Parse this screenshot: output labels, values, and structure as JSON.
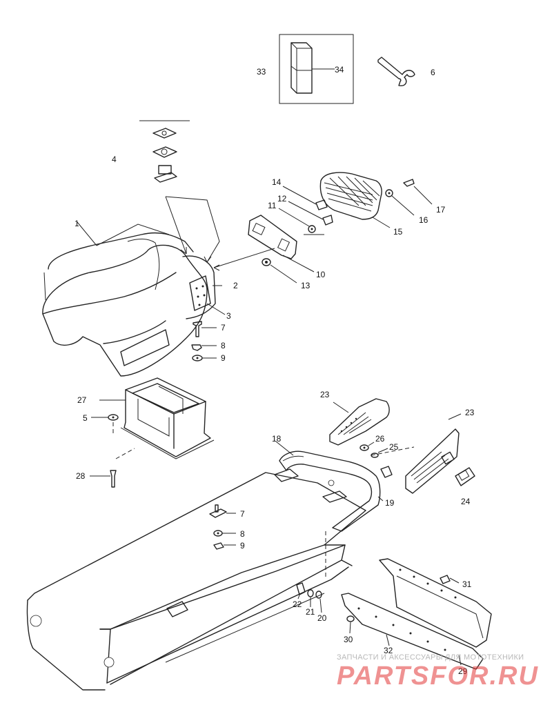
{
  "diagram": {
    "callouts": [
      {
        "id": "c1",
        "text": "1"
      },
      {
        "id": "c2",
        "text": "2"
      },
      {
        "id": "c3",
        "text": "3"
      },
      {
        "id": "c4",
        "text": "4"
      },
      {
        "id": "c5",
        "text": "5"
      },
      {
        "id": "c6",
        "text": "6"
      },
      {
        "id": "c7a",
        "text": "7"
      },
      {
        "id": "c7b",
        "text": "7"
      },
      {
        "id": "c8a",
        "text": "8"
      },
      {
        "id": "c8b",
        "text": "8"
      },
      {
        "id": "c9a",
        "text": "9"
      },
      {
        "id": "c9b",
        "text": "9"
      },
      {
        "id": "c10",
        "text": "10"
      },
      {
        "id": "c11",
        "text": "11"
      },
      {
        "id": "c12",
        "text": "12"
      },
      {
        "id": "c13",
        "text": "13"
      },
      {
        "id": "c14",
        "text": "14"
      },
      {
        "id": "c15",
        "text": "15"
      },
      {
        "id": "c16",
        "text": "16"
      },
      {
        "id": "c17",
        "text": "17"
      },
      {
        "id": "c18",
        "text": "18"
      },
      {
        "id": "c19",
        "text": "19"
      },
      {
        "id": "c20",
        "text": "20"
      },
      {
        "id": "c21",
        "text": "21"
      },
      {
        "id": "c22",
        "text": "22"
      },
      {
        "id": "c23a",
        "text": "23"
      },
      {
        "id": "c23b",
        "text": "23"
      },
      {
        "id": "c24",
        "text": "24"
      },
      {
        "id": "c25",
        "text": "25"
      },
      {
        "id": "c26",
        "text": "26"
      },
      {
        "id": "c27",
        "text": "27"
      },
      {
        "id": "c28",
        "text": "28"
      },
      {
        "id": "c29",
        "text": "29"
      },
      {
        "id": "c30",
        "text": "30"
      },
      {
        "id": "c31",
        "text": "31"
      },
      {
        "id": "c32",
        "text": "32"
      },
      {
        "id": "c33",
        "text": "33"
      },
      {
        "id": "c34",
        "text": "34"
      }
    ]
  },
  "watermark": {
    "line1": "ЗАПЧАСТИ И АКСЕССУАРЫ ДЛЯ МОТОТЕХНИКИ",
    "line2": "PARTSFOR.RU",
    "color": "#e23a3a"
  }
}
